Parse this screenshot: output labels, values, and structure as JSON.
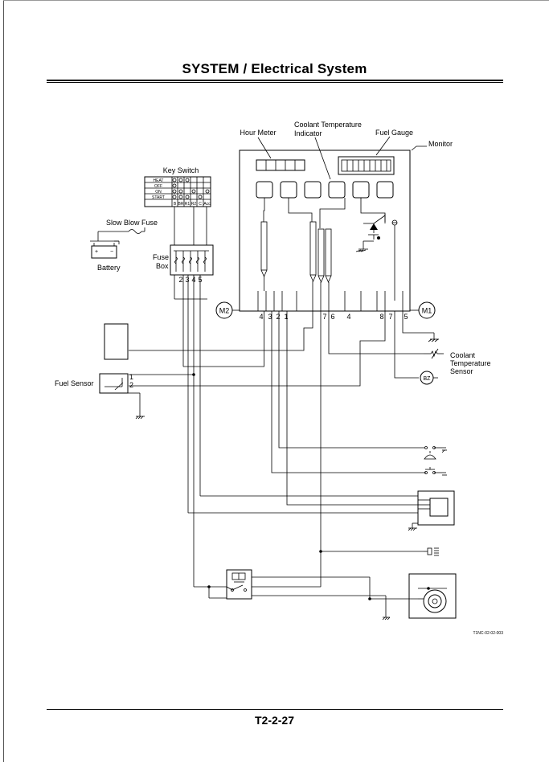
{
  "header": {
    "title": "SYSTEM / Electrical System"
  },
  "labels": {
    "hour_meter": "Hour Meter",
    "coolant_indicator_line1": "Coolant Temperature",
    "coolant_indicator_line2": "Indicator",
    "fuel_gauge": "Fuel Gauge",
    "monitor": "Monitor",
    "key_switch": "Key Switch",
    "slow_blow_fuse": "Slow Blow Fuse",
    "battery": "Battery",
    "fuse_box_line1": "Fuse",
    "fuse_box_line2": "Box",
    "fuel_sensor": "Fuel Sensor",
    "coolant_sensor_line1": "Coolant",
    "coolant_sensor_line2": "Temperature",
    "coolant_sensor_line3": "Sensor",
    "m1": "M1",
    "m2": "M2",
    "bz": "BZ",
    "figure_code": "T1NC-02-02-003"
  },
  "key_switch_positions": [
    "HEAT",
    "OFF",
    "ON",
    "START"
  ],
  "key_switch_terminals": [
    "B",
    "BR",
    "R1",
    "R2",
    "C",
    "Acc"
  ],
  "fuse_numbers": [
    "2",
    "3",
    "4",
    "5"
  ],
  "connector_m2_pins": [
    "4",
    "3",
    "2",
    "1"
  ],
  "connector_m2b_pins": [
    "7",
    "6",
    "4"
  ],
  "connector_m1_pins": [
    "8",
    "7",
    "5"
  ],
  "fuel_sensor_pins": [
    "1",
    "2"
  ],
  "footer": {
    "page_number": "T2-2-27"
  }
}
